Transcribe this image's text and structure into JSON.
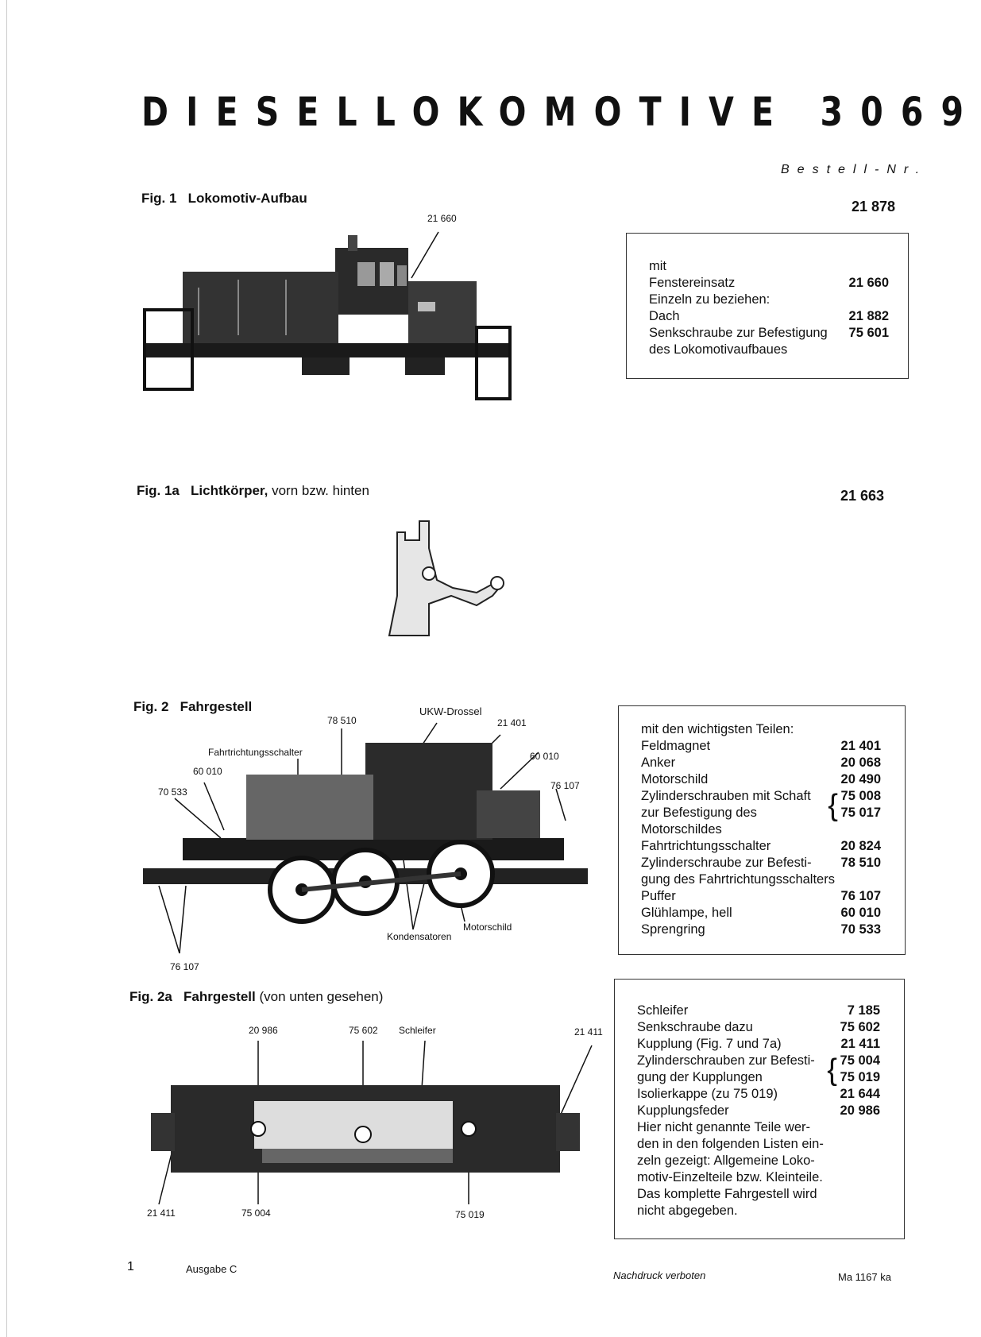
{
  "title": "DIESELLOKOMOTIVE 3069",
  "bestell_label": "Bestell-Nr.",
  "fig1": {
    "label": "Fig. 1",
    "name": "Lokomotiv-Aufbau",
    "part": "21 878",
    "callout": "21 660",
    "box": {
      "rows": [
        "mit",
        "Fenstereinsatz",
        "Einzeln zu beziehen:",
        "Dach",
        "Senkschraube zur Befestigung",
        "des Lokomotivaufbaues"
      ],
      "nums": [
        "",
        "21 660",
        "",
        "21 882",
        "75 601",
        ""
      ]
    }
  },
  "fig1a": {
    "label": "Fig. 1a",
    "name": "Lichtkörper,",
    "suffix": "vorn bzw. hinten",
    "part": "21 663"
  },
  "fig2": {
    "label": "Fig. 2",
    "name": "Fahrgestell",
    "callouts": {
      "c78510": "78 510",
      "ukw": "UKW-Drossel",
      "c21401": "21 401",
      "fahrtricht": "Fahrtrichtungsschalter",
      "c60010a": "60 010",
      "c60010b": "60 010",
      "c70533": "70 533",
      "c76107a": "76 107",
      "c76107b": "76 107",
      "kondens": "Kondensatoren",
      "motorschild": "Motorschild"
    },
    "box": {
      "heading": "mit den wichtigsten Teilen:",
      "rows": [
        "Feldmagnet",
        "Anker",
        "Motorschild",
        "Zylinderschrauben mit Schaft",
        "zur Befestigung des",
        "Motorschildes",
        "Fahrtrichtungsschalter",
        "Zylinderschraube zur Befesti-",
        "gung des Fahrtrichtungsschalters",
        "Puffer",
        "Glühlampe, hell",
        "Sprengring"
      ],
      "nums": [
        "21 401",
        "20 068",
        "20 490",
        "75 008",
        "75 017",
        "",
        "20 824",
        "78 510",
        "",
        "76 107",
        "60 010",
        "70 533"
      ]
    }
  },
  "fig2a": {
    "label": "Fig. 2a",
    "name": "Fahrgestell",
    "suffix": "(von unten gesehen)",
    "callouts": {
      "c20986": "20 986",
      "c75602": "75 602",
      "schleifer": "Schleifer",
      "c21411a": "21 411",
      "c21411b": "21 411",
      "c75004": "75 004",
      "c75019": "75 019"
    },
    "box": {
      "rows": [
        "Schleifer",
        "Senkschraube dazu",
        "Kupplung (Fig. 7 und 7a)",
        "Zylinderschrauben zur Befesti-",
        "gung der Kupplungen",
        "Isolierkappe (zu 75 019)",
        "Kupplungsfeder"
      ],
      "nums": [
        "7 185",
        "75 602",
        "21 411",
        "75 004",
        "75 019",
        "21 644",
        "20 986"
      ],
      "note": [
        "Hier nicht genannte Teile wer-",
        "den in den folgenden Listen ein-",
        "zeln gezeigt: Allgemeine Loko-",
        "motiv-Einzelteile bzw. Kleinteile.",
        "Das komplette Fahrgestell wird",
        "nicht abgegeben."
      ]
    }
  },
  "footer": {
    "page": "1",
    "ausgabe": "Ausgabe C",
    "nachdruck": "Nachdruck verboten",
    "code": "Ma 1167 ka"
  }
}
